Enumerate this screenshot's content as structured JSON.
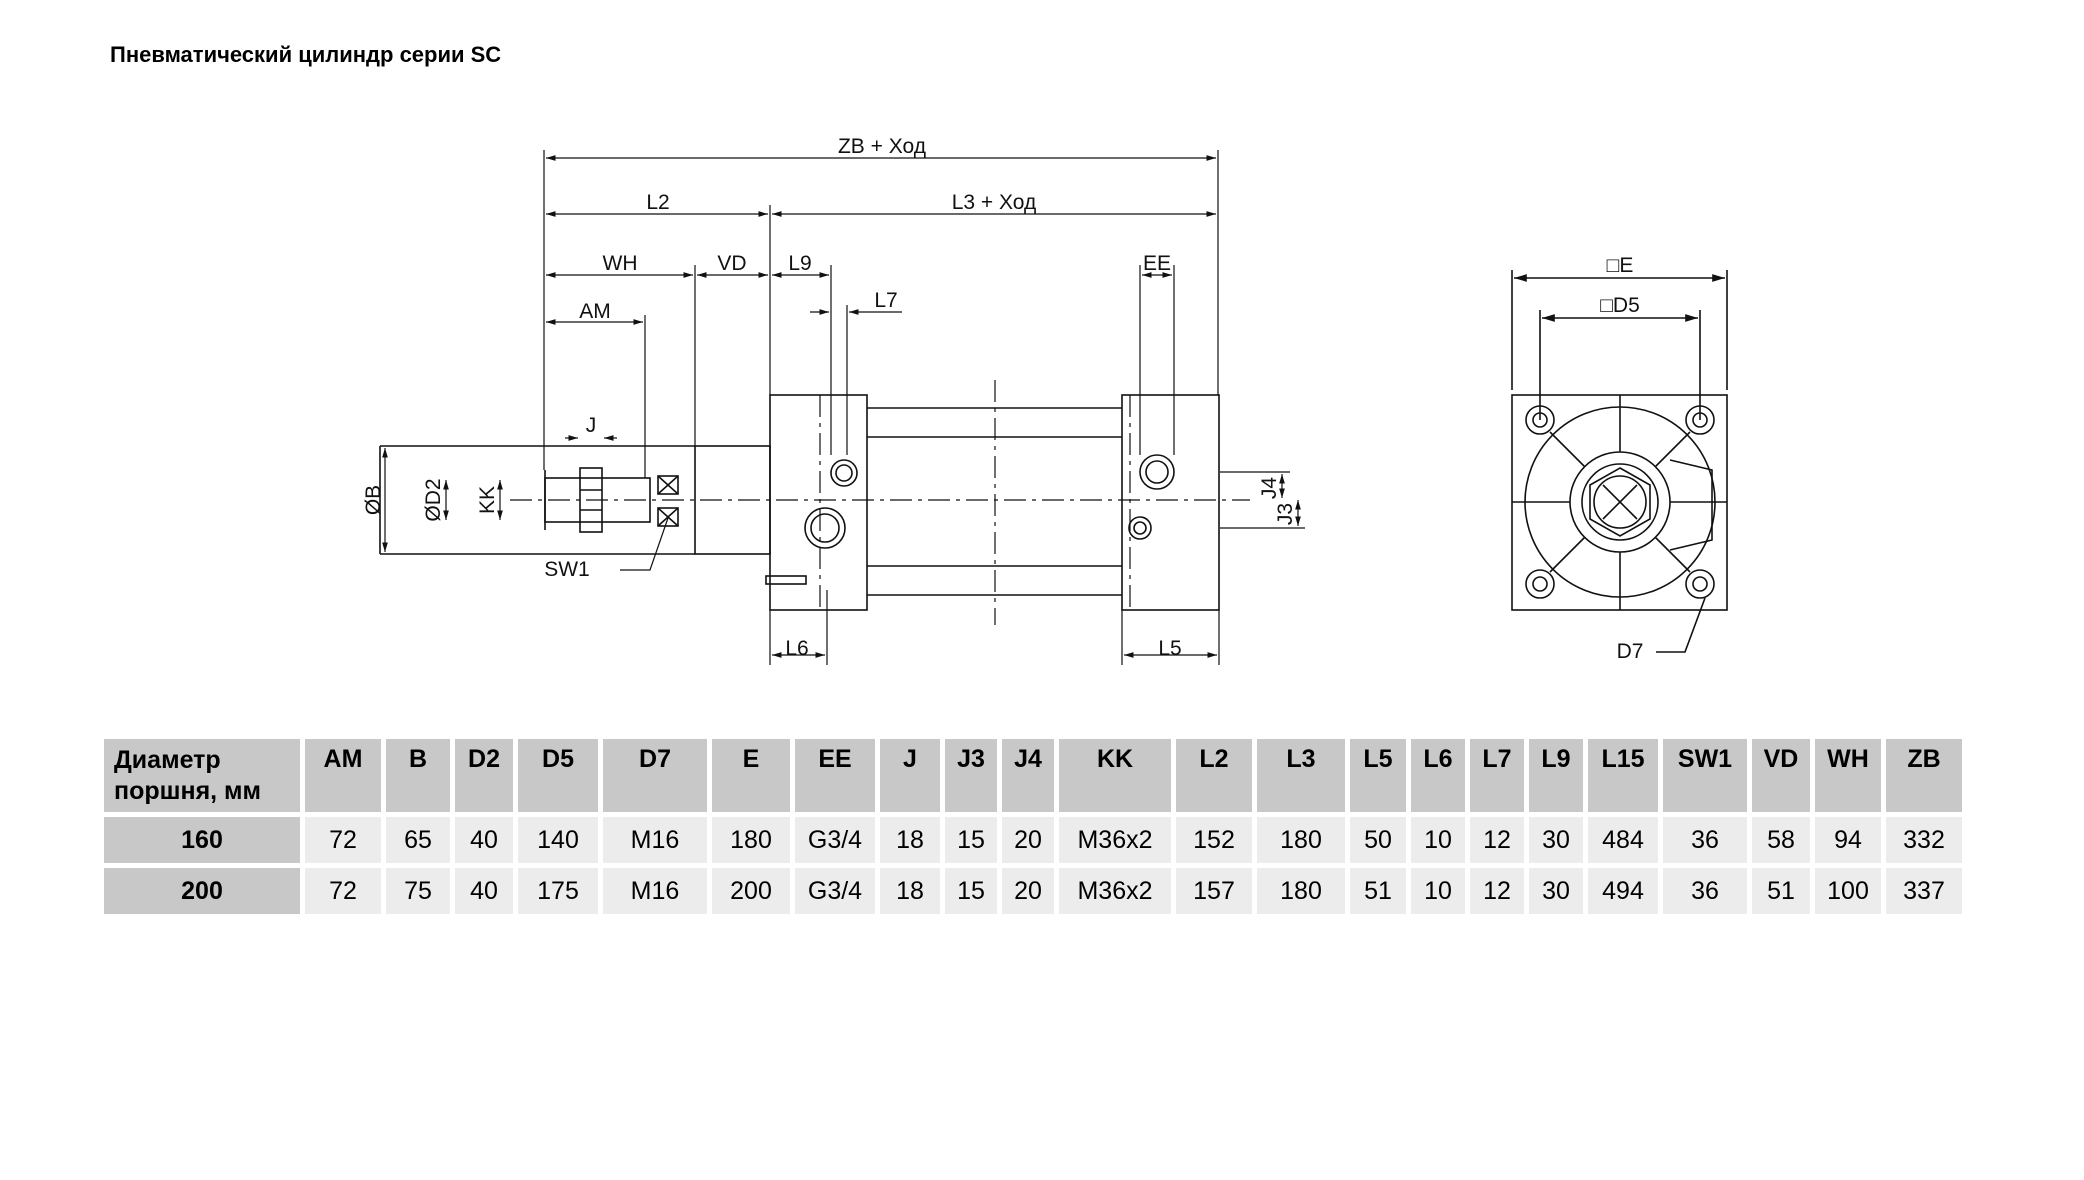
{
  "title": "Пневматический цилиндр серии SC",
  "drawing_labels": {
    "zb_stroke": "ZB + Ход",
    "l2": "L2",
    "l3_stroke": "L3 + Ход",
    "wh": "WH",
    "vd": "VD",
    "l9": "L9",
    "ee": "EE",
    "l7": "L7",
    "am": "AM",
    "j": "J",
    "ob": "ØB",
    "od2": "ØD2",
    "kk": "KK",
    "sw1": "SW1",
    "j4": "J4",
    "j3": "J3",
    "l6": "L6",
    "l5": "L5",
    "e": "□E",
    "d5": "□D5",
    "d7": "D7"
  },
  "table": {
    "corner_line1": "Диаметр",
    "corner_line2": "поршня, мм",
    "headers": [
      "AM",
      "B",
      "D2",
      "D5",
      "D7",
      "E",
      "EE",
      "J",
      "J3",
      "J4",
      "KK",
      "L2",
      "L3",
      "L5",
      "L6",
      "L7",
      "L9",
      "L15",
      "SW1",
      "VD",
      "WH",
      "ZB"
    ],
    "rows": [
      {
        "diameter": "160",
        "values": [
          "72",
          "65",
          "40",
          "140",
          "M16",
          "180",
          "G3/4",
          "18",
          "15",
          "20",
          "M36x2",
          "152",
          "180",
          "50",
          "10",
          "12",
          "30",
          "484",
          "36",
          "58",
          "94",
          "332"
        ]
      },
      {
        "diameter": "200",
        "values": [
          "72",
          "75",
          "40",
          "175",
          "M16",
          "200",
          "G3/4",
          "18",
          "15",
          "20",
          "M36x2",
          "157",
          "180",
          "51",
          "10",
          "12",
          "30",
          "494",
          "36",
          "51",
          "100",
          "337"
        ]
      }
    ]
  }
}
